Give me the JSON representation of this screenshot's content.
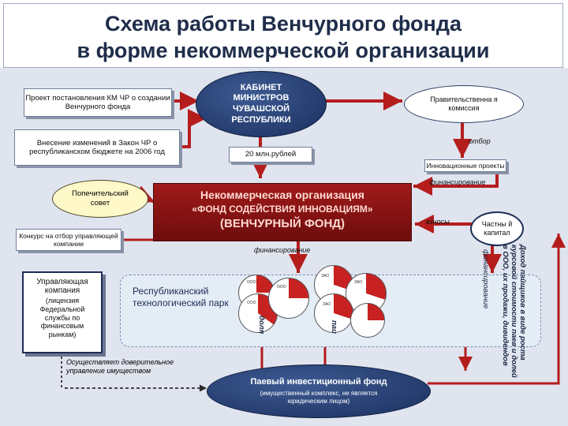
{
  "title": {
    "line1": "Схема работы Венчурного фонда",
    "line2": "в форме некоммерческой организации"
  },
  "nodes": {
    "project": "Проект постановления КМ ЧР о создании Венчурного фонда",
    "changes": "Внесение изменений в Закон ЧР о республиканском бюджете на 2006 год",
    "cabinet": "КАБИНЕТ МИНИСТРОВ ЧУВАШСКОЙ РЕСПУБЛИКИ",
    "commission": "Правительственна я комиссия",
    "amount": "20 млн.рублей",
    "selection": "отбор",
    "innov_projects": "Инновационные проекты",
    "board": "Попечительский совет",
    "financing_top": "финансирование",
    "nko_line1": "Некоммерческая организация",
    "nko_line2": "«ФОНД СОДЕЙСТВИЯ ИННОВАЦИЯМ»",
    "nko_line3": "(ВЕНЧУРНЫЙ ФОНД)",
    "contributions": "взносы",
    "private_capital": "Частны й капитал",
    "contest": "Конкурс на отбор управляющей компании",
    "financing_mid": "финансирование",
    "mgmt_company_title": "Управляющая компания",
    "mgmt_company_sub": "(лицензия Федеральной службы по финансовым рынкам)",
    "park": "Республиканский технологический парк",
    "share_label": "доля",
    "shares_label": "паи",
    "financing_right": "финансирование",
    "income_text": "Доход пайщиков в виде роста курсовой стоимости паев и долей в ООО, их продажи, дивидендов",
    "trust": "Осуществляет доверительное управление имуществом",
    "mutual_fund_title": "Паевый инвестиционный фонд",
    "mutual_fund_sub": "(имущественный комплекс, не является юридическим лицом)",
    "pie_labels": [
      "ООО",
      "ООО",
      "ООО",
      "ЗАО",
      "ЗАО",
      "ЗАО"
    ]
  },
  "colors": {
    "title_text": "#1f2d4a",
    "navy": "#1a2f5e",
    "red": "#a01a1a",
    "band": "#dfe4ee"
  }
}
